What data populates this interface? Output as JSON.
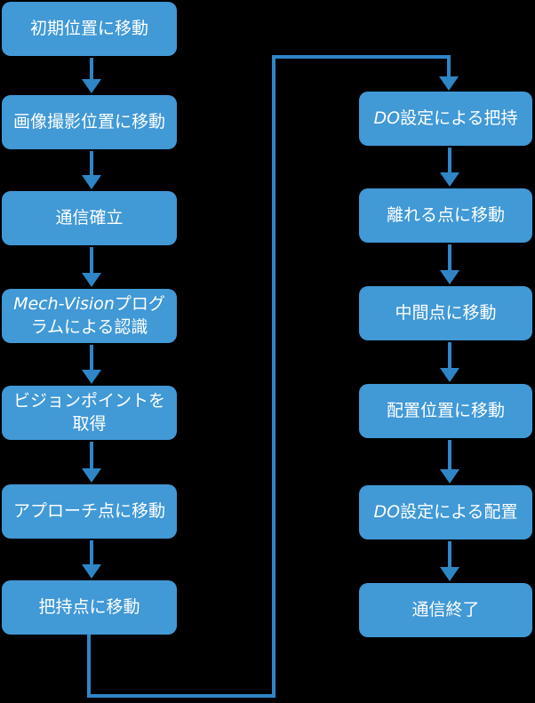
{
  "colors": {
    "background": "#000000",
    "box_fill": "#4199D6",
    "connector": "#2E86C6",
    "text": "#FFFFFF"
  },
  "flowchart": {
    "left_column": [
      {
        "id": "move-to-initial-position",
        "label_italic": "",
        "label": "初期位置に移動"
      },
      {
        "id": "move-to-capture-position",
        "label_italic": "",
        "label": "画像撮影位置に移動"
      },
      {
        "id": "establish-communication",
        "label_italic": "",
        "label": "通信確立"
      },
      {
        "id": "mech-vision-recognition",
        "label_italic": "Mech-Vision",
        "label": "プログラムによる認識"
      },
      {
        "id": "get-vision-point",
        "label_italic": "",
        "label": "ビジョンポイントを取得"
      },
      {
        "id": "move-to-approach-point",
        "label_italic": "",
        "label": "アプローチ点に移動"
      },
      {
        "id": "move-to-grasp-point",
        "label_italic": "",
        "label": "把持点に移動"
      }
    ],
    "right_column": [
      {
        "id": "grasp-by-do-setting",
        "label_italic": "DO",
        "label": "設定による把持"
      },
      {
        "id": "move-to-departure-point",
        "label_italic": "",
        "label": "離れる点に移動"
      },
      {
        "id": "move-to-intermediate-point",
        "label_italic": "",
        "label": "中間点に移動"
      },
      {
        "id": "move-to-placement-position",
        "label_italic": "",
        "label": "配置位置に移動"
      },
      {
        "id": "place-by-do-setting",
        "label_italic": "DO",
        "label": "設定による配置"
      },
      {
        "id": "end-communication",
        "label_italic": "",
        "label": "通信終了"
      }
    ]
  }
}
